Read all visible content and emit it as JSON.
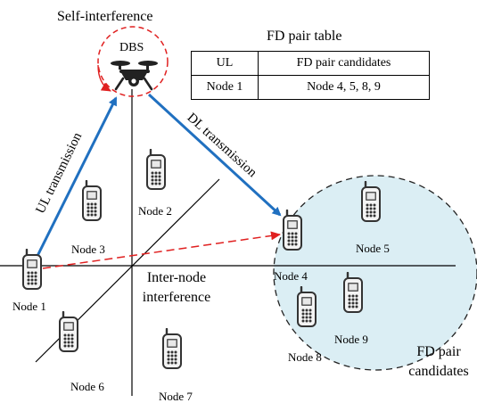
{
  "self_interference_label": "Self-interference",
  "dbs_label": "DBS",
  "table": {
    "title": "FD pair table",
    "header": [
      "UL",
      "FD pair candidates"
    ],
    "rows": [
      [
        "Node 1",
        "Node 4, 5, 8, 9"
      ]
    ]
  },
  "links": {
    "ul": "UL transmission",
    "dl": "DL transmission",
    "inter_node": [
      "Inter-node",
      "interference"
    ]
  },
  "region_label": [
    "FD pair",
    "candidates"
  ],
  "nodes": {
    "n1": "Node 1",
    "n2": "Node 2",
    "n3": "Node 3",
    "n4": "Node 4",
    "n5": "Node 5",
    "n6": "Node 6",
    "n7": "Node 7",
    "n8": "Node 8",
    "n9": "Node 9"
  },
  "colors": {
    "ul_dl_arrow": "#2070c0",
    "interference": "#e02020",
    "region_fill": "#dbeef4",
    "phone": "#3a3a3a"
  }
}
